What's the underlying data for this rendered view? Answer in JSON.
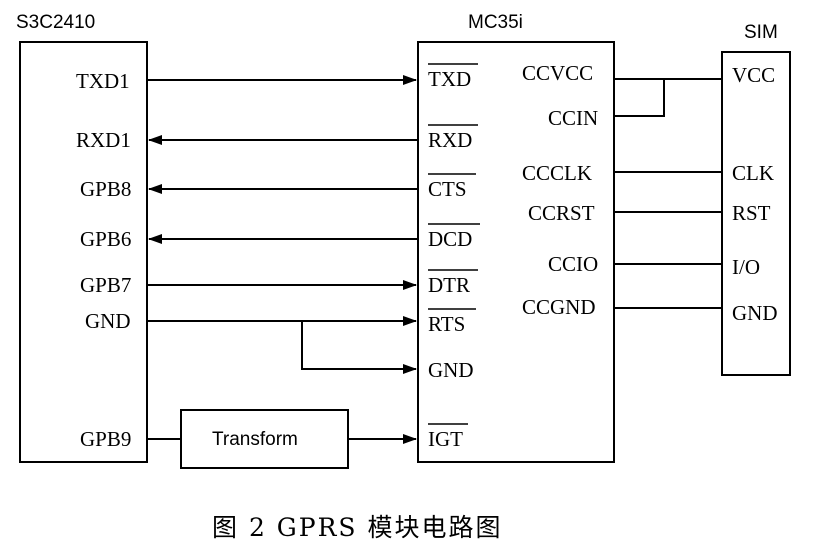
{
  "blocks": {
    "s3c2410": {
      "title": "S3C2410",
      "pins": [
        "TXD1",
        "RXD1",
        "GPB8",
        "GPB6",
        "GPB7",
        "GND",
        "GPB9"
      ]
    },
    "mc35i": {
      "title": "MC35i",
      "left_pins": [
        "TXD",
        "RXD",
        "CTS",
        "DCD",
        "DTR",
        "RTS",
        "GND",
        "IGT"
      ],
      "right_pins": [
        "CCVCC",
        "CCIN",
        "CCCLK",
        "CCRST",
        "CCIO",
        "CCGND"
      ]
    },
    "sim": {
      "title": "SIM",
      "pins": [
        "VCC",
        "CLK",
        "RST",
        "I/O",
        "GND"
      ]
    },
    "transform": {
      "label": "Transform"
    }
  },
  "caption": "图 2   GPRS 模块电路图"
}
